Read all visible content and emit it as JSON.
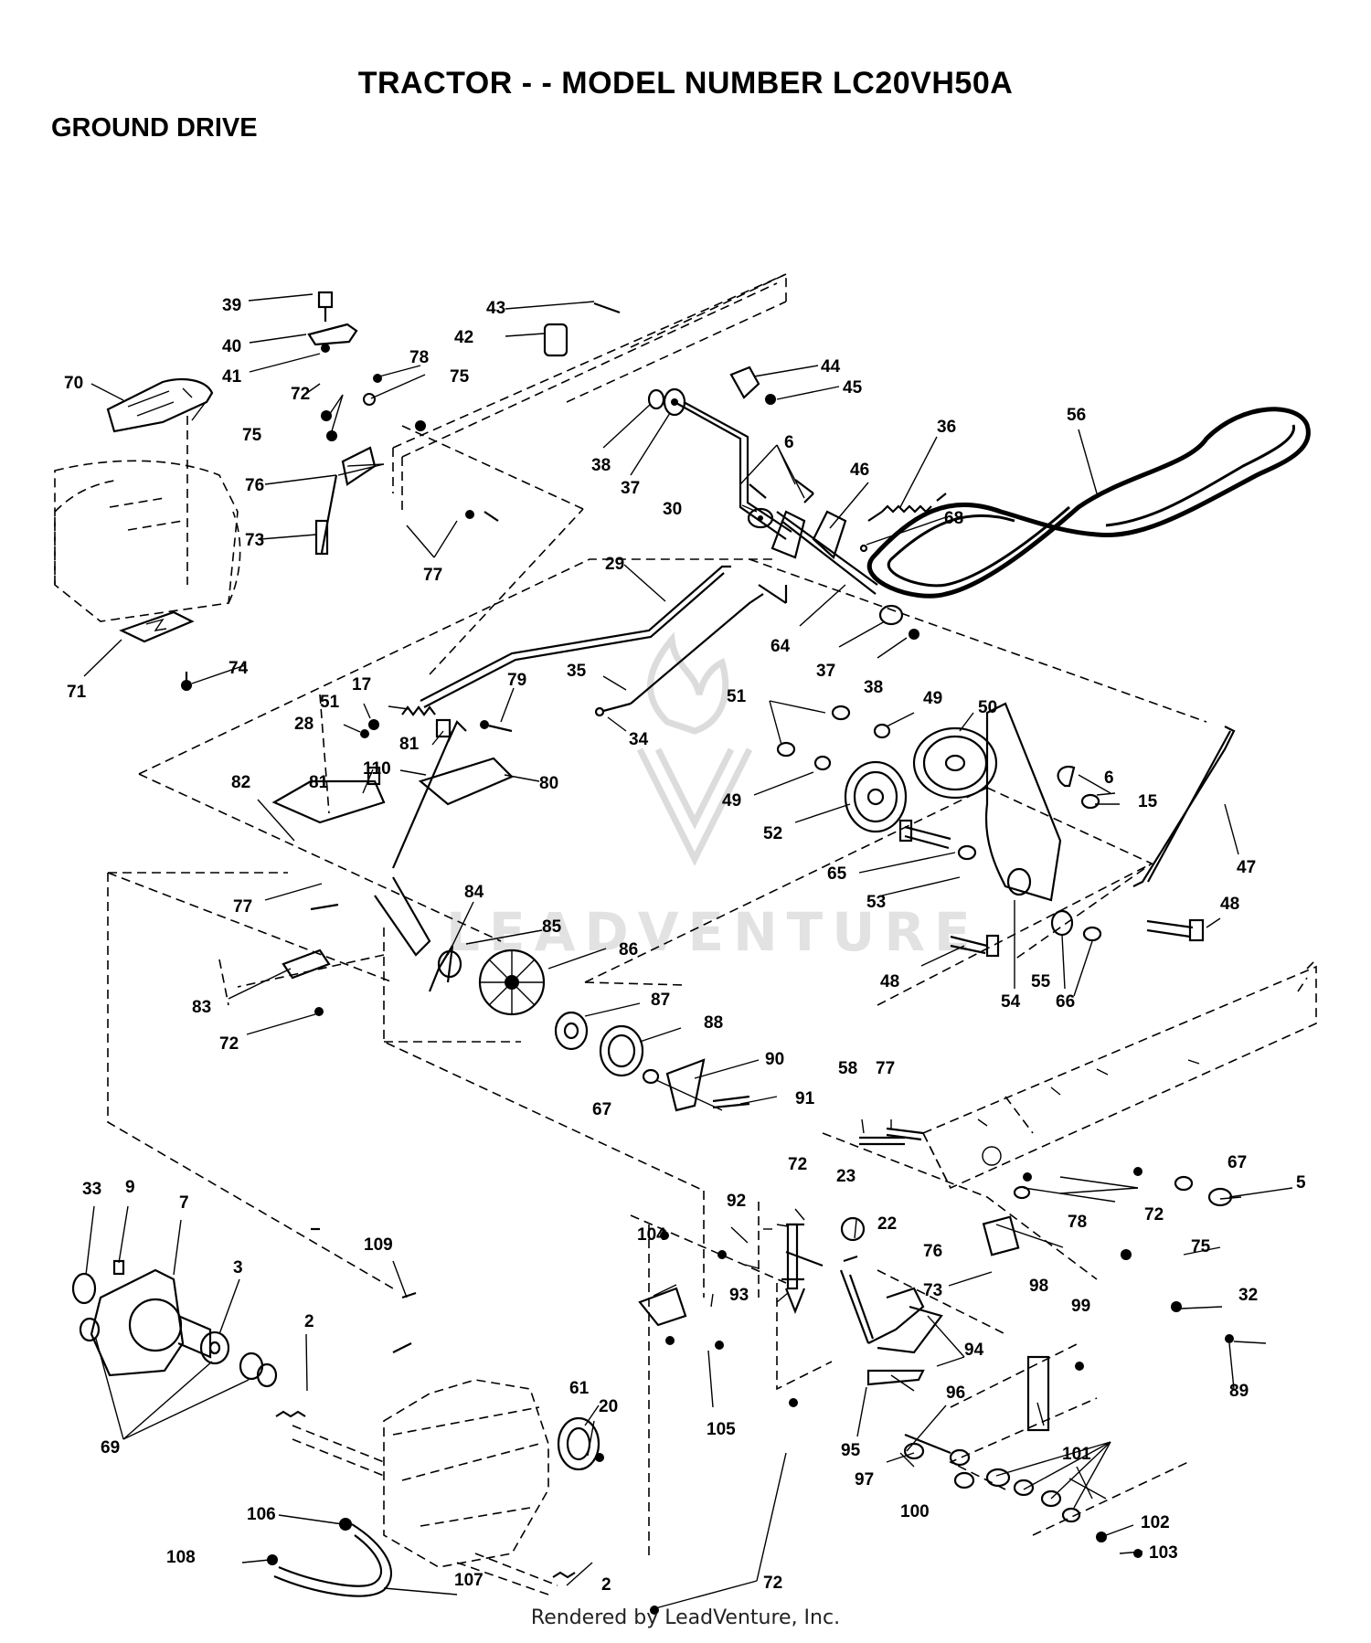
{
  "header": {
    "title": "TRACTOR - - MODEL NUMBER LC20VH50A",
    "section": "GROUND DRIVE"
  },
  "watermark": {
    "text": "LEADVENTURE"
  },
  "footer": {
    "text": "Rendered by LeadVenture, Inc."
  },
  "callouts": {
    "c2a": "2",
    "c2b": "2",
    "c3": "3",
    "c5": "5",
    "c6a": "6",
    "c6b": "6",
    "c7": "7",
    "c9": "9",
    "c15": "15",
    "c17": "17",
    "c20": "20",
    "c22": "22",
    "c23": "23",
    "c28": "28",
    "c29": "29",
    "c30": "30",
    "c32": "32",
    "c33": "33",
    "c34": "34",
    "c35": "35",
    "c36": "36",
    "c37a": "37",
    "c37b": "37",
    "c38a": "38",
    "c38b": "38",
    "c39": "39",
    "c40": "40",
    "c41": "41",
    "c42": "42",
    "c43": "43",
    "c44": "44",
    "c45": "45",
    "c46": "46",
    "c47": "47",
    "c48a": "48",
    "c48b": "48",
    "c49a": "49",
    "c49b": "49",
    "c50": "50",
    "c51a": "51",
    "c51b": "51",
    "c52": "52",
    "c53": "53",
    "c54": "54",
    "c55": "55",
    "c56": "56",
    "c58": "58",
    "c61": "61",
    "c64": "64",
    "c65": "65",
    "c66": "66",
    "c67a": "67",
    "c67b": "67",
    "c68": "68",
    "c69": "69",
    "c70": "70",
    "c71": "71",
    "c72a": "72",
    "c72b": "72",
    "c72c": "72",
    "c72d": "72",
    "c72e": "72",
    "c73a": "73",
    "c73b": "73",
    "c74": "74",
    "c75a": "75",
    "c75b": "75",
    "c75c": "75",
    "c76a": "76",
    "c76b": "76",
    "c77a": "77",
    "c77b": "77",
    "c77c": "77",
    "c78a": "78",
    "c78b": "78",
    "c79": "79",
    "c80": "80",
    "c81a": "81",
    "c81b": "81",
    "c82": "82",
    "c83": "83",
    "c84": "84",
    "c85": "85",
    "c86": "86",
    "c87": "87",
    "c88": "88",
    "c89": "89",
    "c90": "90",
    "c91": "91",
    "c92": "92",
    "c93": "93",
    "c94": "94",
    "c95": "95",
    "c96": "96",
    "c97": "97",
    "c98": "98",
    "c99": "99",
    "c100": "100",
    "c101": "101",
    "c102": "102",
    "c103": "103",
    "c104": "104",
    "c105": "105",
    "c106": "106",
    "c107": "107",
    "c108": "108",
    "c109": "109",
    "c110": "110"
  }
}
